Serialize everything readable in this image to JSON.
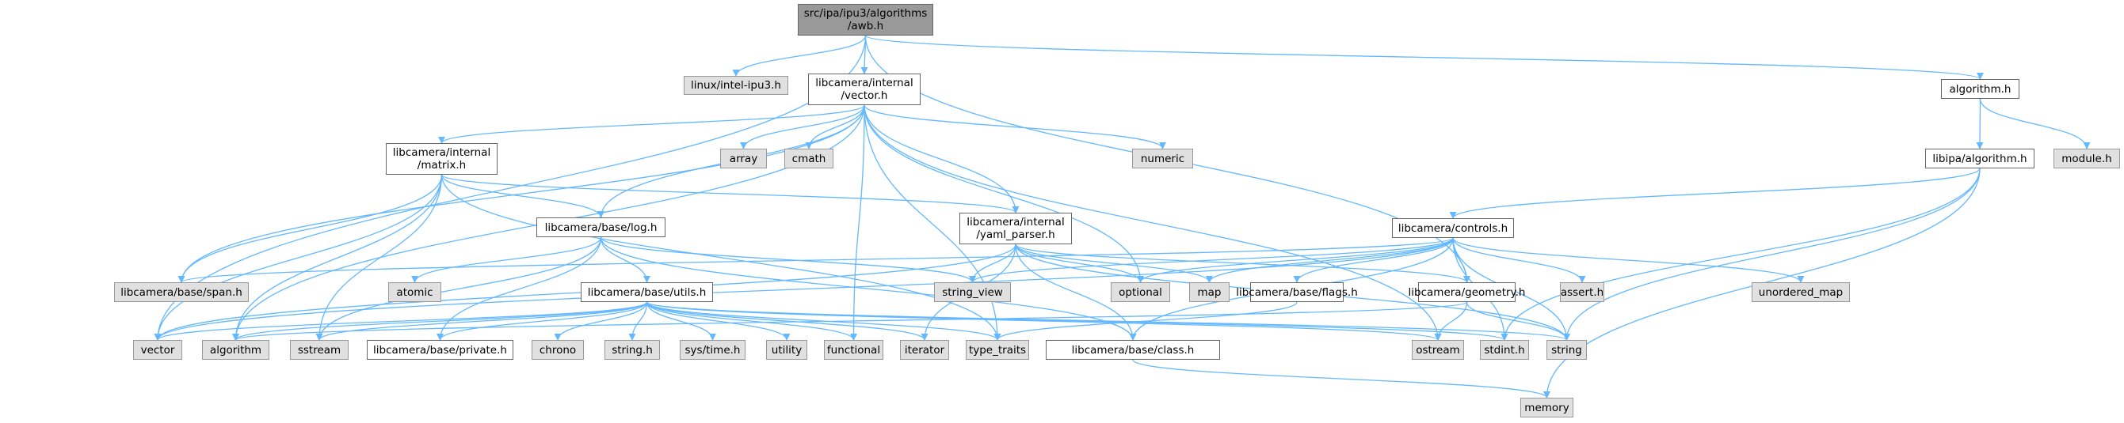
{
  "diagram": {
    "type": "include-dependency-graph",
    "colors": {
      "edge": "#63b8ff",
      "root_fill": "#999999",
      "local_fill": "#ffffff",
      "system_fill": "#e0e0e0",
      "local_border": "#666666",
      "system_border": "#999999"
    },
    "nodes": [
      {
        "id": "awb",
        "label": "src/ipa/ipu3/algorithms\n/awb.h",
        "kind": "root"
      },
      {
        "id": "intel_ipu3",
        "label": "linux/intel-ipu3.h",
        "kind": "sys"
      },
      {
        "id": "vector_h",
        "label": "libcamera/internal\n/vector.h",
        "kind": "local"
      },
      {
        "id": "algorithm_h",
        "label": "algorithm.h",
        "kind": "local"
      },
      {
        "id": "libipa_algorithm",
        "label": "libipa/algorithm.h",
        "kind": "local"
      },
      {
        "id": "module_h",
        "label": "module.h",
        "kind": "sys"
      },
      {
        "id": "matrix_h",
        "label": "libcamera/internal\n/matrix.h",
        "kind": "local"
      },
      {
        "id": "array",
        "label": "array",
        "kind": "sys"
      },
      {
        "id": "cmath",
        "label": "cmath",
        "kind": "sys"
      },
      {
        "id": "numeric",
        "label": "numeric",
        "kind": "sys"
      },
      {
        "id": "log_h",
        "label": "libcamera/base/log.h",
        "kind": "local"
      },
      {
        "id": "yaml_parser",
        "label": "libcamera/internal\n/yaml_parser.h",
        "kind": "local"
      },
      {
        "id": "controls_h",
        "label": "libcamera/controls.h",
        "kind": "local"
      },
      {
        "id": "span_h",
        "label": "libcamera/base/span.h",
        "kind": "sys"
      },
      {
        "id": "atomic",
        "label": "atomic",
        "kind": "sys"
      },
      {
        "id": "string_view",
        "label": "string_view",
        "kind": "sys"
      },
      {
        "id": "optional",
        "label": "optional",
        "kind": "sys"
      },
      {
        "id": "map",
        "label": "map",
        "kind": "sys"
      },
      {
        "id": "flags_h",
        "label": "libcamera/base/flags.h",
        "kind": "local"
      },
      {
        "id": "geometry_h",
        "label": "libcamera/geometry.h",
        "kind": "local"
      },
      {
        "id": "assert_h",
        "label": "assert.h",
        "kind": "sys"
      },
      {
        "id": "unordered_map",
        "label": "unordered_map",
        "kind": "sys"
      },
      {
        "id": "utils_h",
        "label": "libcamera/base/utils.h",
        "kind": "local"
      },
      {
        "id": "vector",
        "label": "vector",
        "kind": "sys"
      },
      {
        "id": "algorithm",
        "label": "algorithm",
        "kind": "sys"
      },
      {
        "id": "sstream",
        "label": "sstream",
        "kind": "sys"
      },
      {
        "id": "private_h",
        "label": "libcamera/base/private.h",
        "kind": "local"
      },
      {
        "id": "chrono",
        "label": "chrono",
        "kind": "sys"
      },
      {
        "id": "string_h",
        "label": "string.h",
        "kind": "sys"
      },
      {
        "id": "sys_time",
        "label": "sys/time.h",
        "kind": "sys"
      },
      {
        "id": "utility",
        "label": "utility",
        "kind": "sys"
      },
      {
        "id": "functional",
        "label": "functional",
        "kind": "sys"
      },
      {
        "id": "iterator",
        "label": "iterator",
        "kind": "sys"
      },
      {
        "id": "type_traits",
        "label": "type_traits",
        "kind": "sys"
      },
      {
        "id": "class_h",
        "label": "libcamera/base/class.h",
        "kind": "local"
      },
      {
        "id": "ostream",
        "label": "ostream",
        "kind": "sys"
      },
      {
        "id": "stdint_h",
        "label": "stdint.h",
        "kind": "sys"
      },
      {
        "id": "string",
        "label": "string",
        "kind": "sys"
      },
      {
        "id": "memory",
        "label": "memory",
        "kind": "sys"
      }
    ],
    "edges": [
      [
        "awb",
        "intel_ipu3"
      ],
      [
        "awb",
        "vector_h"
      ],
      [
        "awb",
        "algorithm_h"
      ],
      [
        "awb",
        "vector"
      ],
      [
        "awb",
        "geometry_h"
      ],
      [
        "algorithm_h",
        "libipa_algorithm"
      ],
      [
        "algorithm_h",
        "module_h"
      ],
      [
        "libipa_algorithm",
        "controls_h"
      ],
      [
        "libipa_algorithm",
        "memory"
      ],
      [
        "libipa_algorithm",
        "string"
      ],
      [
        "libipa_algorithm",
        "stdint_h"
      ],
      [
        "vector_h",
        "matrix_h"
      ],
      [
        "vector_h",
        "array"
      ],
      [
        "vector_h",
        "cmath"
      ],
      [
        "vector_h",
        "numeric"
      ],
      [
        "vector_h",
        "log_h"
      ],
      [
        "vector_h",
        "yaml_parser"
      ],
      [
        "vector_h",
        "span_h"
      ],
      [
        "vector_h",
        "algorithm"
      ],
      [
        "vector_h",
        "optional"
      ],
      [
        "vector_h",
        "functional"
      ],
      [
        "vector_h",
        "type_traits"
      ],
      [
        "vector_h",
        "ostream"
      ],
      [
        "matrix_h",
        "log_h"
      ],
      [
        "matrix_h",
        "yaml_parser"
      ],
      [
        "matrix_h",
        "span_h"
      ],
      [
        "matrix_h",
        "vector"
      ],
      [
        "matrix_h",
        "algorithm"
      ],
      [
        "matrix_h",
        "sstream"
      ],
      [
        "matrix_h",
        "type_traits"
      ],
      [
        "log_h",
        "atomic"
      ],
      [
        "log_h",
        "utils_h"
      ],
      [
        "log_h",
        "private_h"
      ],
      [
        "log_h",
        "sstream"
      ],
      [
        "log_h",
        "string_view"
      ],
      [
        "log_h",
        "class_h"
      ],
      [
        "yaml_parser",
        "string_view"
      ],
      [
        "yaml_parser",
        "optional"
      ],
      [
        "yaml_parser",
        "map"
      ],
      [
        "yaml_parser",
        "iterator"
      ],
      [
        "yaml_parser",
        "class_h"
      ],
      [
        "yaml_parser",
        "geometry_h"
      ],
      [
        "yaml_parser",
        "vector"
      ],
      [
        "yaml_parser",
        "string"
      ],
      [
        "controls_h",
        "span_h"
      ],
      [
        "controls_h",
        "string_view"
      ],
      [
        "controls_h",
        "optional"
      ],
      [
        "controls_h",
        "map"
      ],
      [
        "controls_h",
        "flags_h"
      ],
      [
        "controls_h",
        "geometry_h"
      ],
      [
        "controls_h",
        "assert_h"
      ],
      [
        "controls_h",
        "unordered_map"
      ],
      [
        "controls_h",
        "class_h"
      ],
      [
        "controls_h",
        "stdint_h"
      ],
      [
        "controls_h",
        "string"
      ],
      [
        "controls_h",
        "vector"
      ],
      [
        "flags_h",
        "type_traits"
      ],
      [
        "geometry_h",
        "algorithm"
      ],
      [
        "geometry_h",
        "ostream"
      ],
      [
        "geometry_h",
        "string"
      ],
      [
        "utils_h",
        "algorithm"
      ],
      [
        "utils_h",
        "sstream"
      ],
      [
        "utils_h",
        "private_h"
      ],
      [
        "utils_h",
        "chrono"
      ],
      [
        "utils_h",
        "string_h"
      ],
      [
        "utils_h",
        "sys_time"
      ],
      [
        "utils_h",
        "utility"
      ],
      [
        "utils_h",
        "functional"
      ],
      [
        "utils_h",
        "iterator"
      ],
      [
        "utils_h",
        "type_traits"
      ],
      [
        "utils_h",
        "ostream"
      ],
      [
        "utils_h",
        "stdint_h"
      ],
      [
        "utils_h",
        "string"
      ],
      [
        "utils_h",
        "vector"
      ],
      [
        "class_h",
        "memory"
      ]
    ]
  }
}
